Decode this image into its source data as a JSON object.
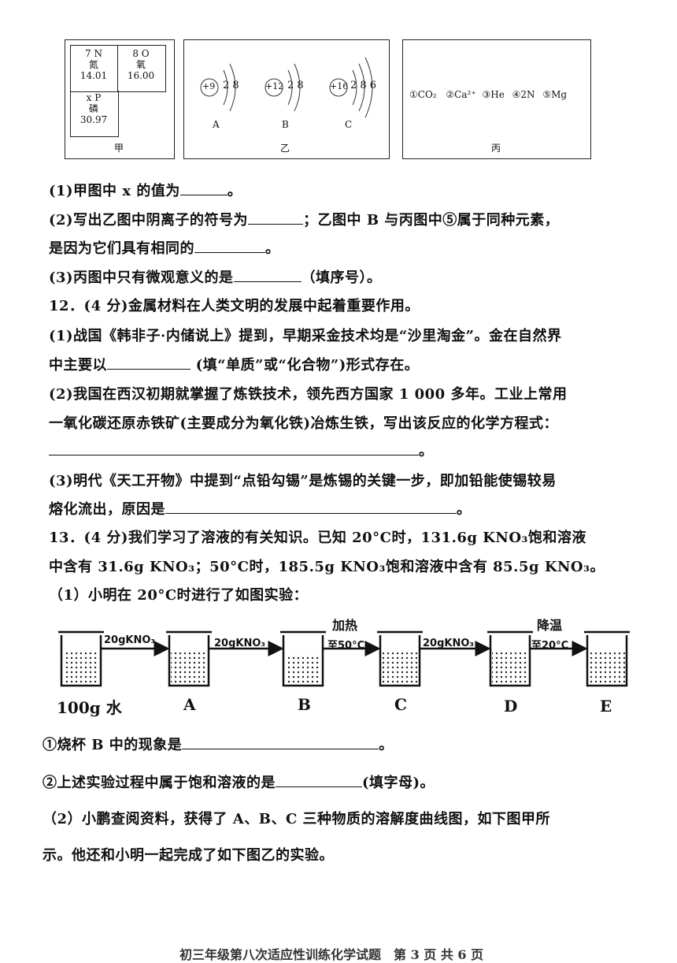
{
  "figure": {
    "jia": {
      "caption": "甲",
      "cells": [
        {
          "line1": "7  N",
          "line2": "氮",
          "line3": "14.01"
        },
        {
          "line1": "8  O",
          "line2": "氧",
          "line3": "16.00"
        },
        {
          "line1": "x  P",
          "line2": "磷",
          "line3": "30.97"
        }
      ]
    },
    "yi": {
      "caption": "乙",
      "atoms": [
        {
          "label": "A",
          "nucleus": "+9",
          "electrons": "2 8"
        },
        {
          "label": "B",
          "nucleus": "+12",
          "electrons": "2 8"
        },
        {
          "label": "C",
          "nucleus": "+16",
          "electrons": "2 8 6"
        }
      ]
    },
    "bing": {
      "caption": "丙",
      "items": [
        "①CO₂",
        "②Ca²⁺",
        "③He",
        "④2N",
        "⑤Mg"
      ]
    }
  },
  "q11": {
    "p1": "(1)甲图中 x 的值为",
    "p1_end": "。",
    "p2a": "(2)写出乙图中阴离子的符号为",
    "p2b": "；乙图中 B 与丙图中⑤属于同种元素，",
    "p2c": "是因为它们具有相同的",
    "p2c_end": "。",
    "p3": "(3)丙图中只有微观意义的是",
    "p3_end": "（填序号）。"
  },
  "q12": {
    "title": "12．(4 分)金属材料在人类文明的发展中起着重要作用。",
    "p1a": "(1)战国《韩非子·内储说上》提到，早期采金技术均是“沙里淘金”。金在自然界",
    "p1b": "中主要以",
    "p1b_end": "(填“单质”或“化合物”)形式存在。",
    "p2a": "(2)我国在西汉初期就掌握了炼铁技术，领先西方国家 1 000 多年。工业上常用",
    "p2b": "一氧化碳还原赤铁矿(主要成分为氧化铁)冶炼生铁，写出该反应的化学方程式：",
    "p2c_end": "。",
    "p3a": "(3)明代《天工开物》中提到“点铅勾锡”是炼锡的关键一步，即加铅能使锡较易",
    "p3b": "熔化流出，原因是",
    "p3b_end": "。"
  },
  "q13": {
    "title": "13．(4 分)我们学习了溶液的有关知识。已知 20°C时，131.6g KNO₃饱和溶液",
    "line2": "中含有 31.6g KNO₃；50°C时，185.5g KNO₃饱和溶液中含有 85.5g KNO₃。",
    "sub1": "（1）小明在 20°C时进行了如图实验：",
    "beakers": [
      "100g 水",
      "A",
      "B",
      "C",
      "D",
      "E"
    ],
    "arrows": [
      {
        "top": "",
        "bottom": "20gKNO₃"
      },
      {
        "top": "",
        "bottom": "20gKNO₃"
      },
      {
        "top": "加热",
        "bottom": "至50°C"
      },
      {
        "top": "",
        "bottom": "20gKNO₃"
      },
      {
        "top": "降温",
        "bottom": "至20°C"
      }
    ],
    "q1": "①烧杯 B 中的现象是",
    "q1_end": "。",
    "q2": "②上述实验过程中属于饱和溶液的是",
    "q2_end": "(填字母)。",
    "sub2a": "（2）小鹏查阅资料，获得了 A、B、C 三种物质的溶解度曲线图，如下图甲所",
    "sub2b": "示。他还和小明一起完成了如下图乙的实验。"
  },
  "footer": "初三年级第八次适应性训练化学试题　第 3 页 共 6 页"
}
